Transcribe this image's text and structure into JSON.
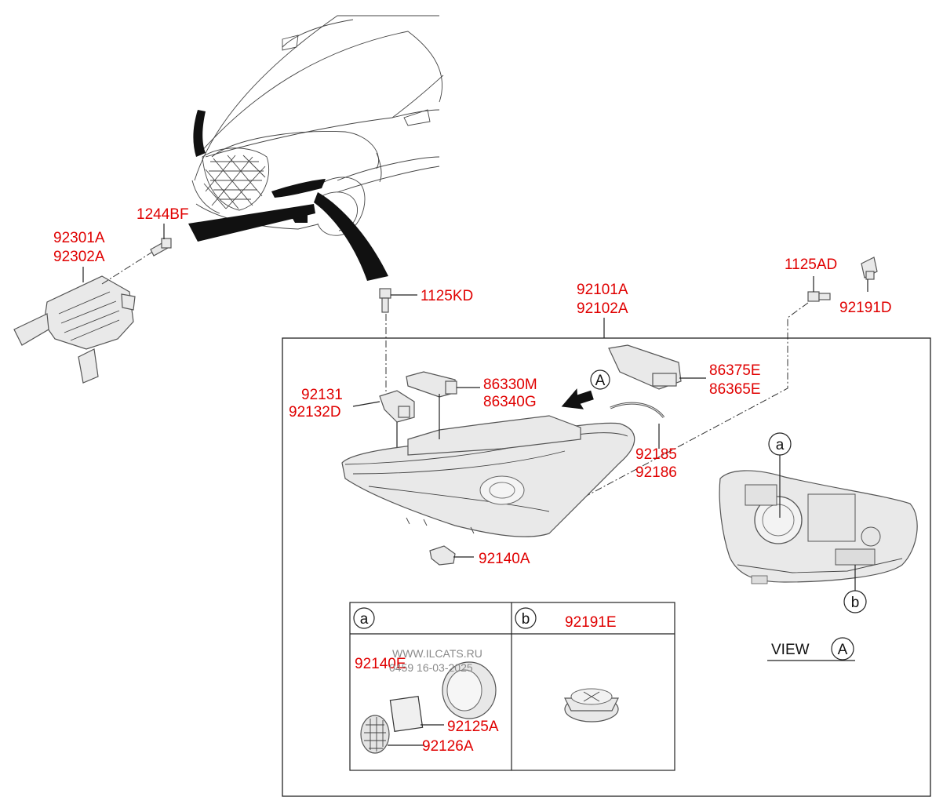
{
  "parts": {
    "p1244bf": "1244BF",
    "p92301a": "92301A",
    "p92302a": "92302A",
    "p1125kd": "1125KD",
    "p92101a": "92101A",
    "p92102a": "92102A",
    "p1125ad": "1125AD",
    "p92191d": "92191D",
    "p92131": "92131",
    "p92132d": "92132D",
    "p86330m": "86330M",
    "p86340g": "86340G",
    "p86375e": "86375E",
    "p86365e": "86365E",
    "p92185": "92185",
    "p92186": "92186",
    "p92140a": "92140A",
    "p92140e": "92140E",
    "p92125a": "92125A",
    "p92126a": "92126A",
    "p92191e": "92191E"
  },
  "markers": {
    "view_a": "A",
    "a": "a",
    "b": "b"
  },
  "view": {
    "label": "VIEW",
    "letter": "A"
  },
  "table": {
    "col_a": "a",
    "col_b": "b"
  },
  "watermark": {
    "site": "WWW.ILCATS.RU",
    "stamp": "0459  16-03-2025"
  },
  "colors": {
    "label_red": "#e00000",
    "line_dark": "#222222"
  }
}
